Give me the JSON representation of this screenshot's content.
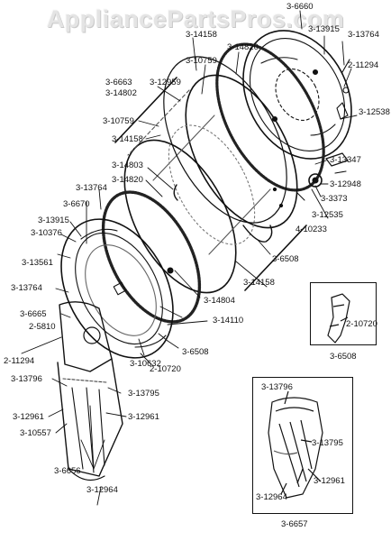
{
  "watermark": "AppliancePartsPros.com",
  "labels": [
    {
      "id": "p-3-6660",
      "text": "3-6660"
    },
    {
      "id": "p-3-13915-a",
      "text": "3-13915"
    },
    {
      "id": "p-3-14158-a",
      "text": "3-14158"
    },
    {
      "id": "p-3-13764-a",
      "text": "3-13764"
    },
    {
      "id": "p-3-14820-a",
      "text": "3-14820"
    },
    {
      "id": "p-3-10759-a",
      "text": "3-10759"
    },
    {
      "id": "p-2-11294-a",
      "text": "2-11294"
    },
    {
      "id": "p-3-6663",
      "text": "3-6663"
    },
    {
      "id": "p-3-12959",
      "text": "3-12959"
    },
    {
      "id": "p-3-14802",
      "text": "3-14802"
    },
    {
      "id": "p-3-12538",
      "text": "3-12538"
    },
    {
      "id": "p-3-10759-b",
      "text": "3-10759"
    },
    {
      "id": "p-3-14158-b",
      "text": "3-14158"
    },
    {
      "id": "p-3-13347",
      "text": "3-13347"
    },
    {
      "id": "p-3-14803",
      "text": "3-14803"
    },
    {
      "id": "p-3-12948",
      "text": "3-12948"
    },
    {
      "id": "p-3-3373",
      "text": "3-3373"
    },
    {
      "id": "p-3-14820-b",
      "text": "3-14820"
    },
    {
      "id": "p-3-13764-b",
      "text": "3-13764"
    },
    {
      "id": "p-3-12535",
      "text": "3-12535"
    },
    {
      "id": "p-3-6670",
      "text": "3-6670"
    },
    {
      "id": "p-4-10233",
      "text": "4-10233"
    },
    {
      "id": "p-3-13915-b",
      "text": "3-13915"
    },
    {
      "id": "p-3-10376",
      "text": "3-10376"
    },
    {
      "id": "p-3-6508-a",
      "text": "3-6508"
    },
    {
      "id": "p-3-13561",
      "text": "3-13561"
    },
    {
      "id": "p-3-14158-c",
      "text": "3-14158"
    },
    {
      "id": "p-3-13764-c",
      "text": "3-13764"
    },
    {
      "id": "p-3-14804",
      "text": "3-14804"
    },
    {
      "id": "p-3-6665",
      "text": "3-6665"
    },
    {
      "id": "p-3-14110",
      "text": "3-14110"
    },
    {
      "id": "p-2-10720-a",
      "text": "2-10720"
    },
    {
      "id": "p-2-5810",
      "text": "2-5810"
    },
    {
      "id": "p-3-6508-b",
      "text": "3-6508"
    },
    {
      "id": "p-3-6508-c",
      "text": "3-6508"
    },
    {
      "id": "p-2-11294-b",
      "text": "2-11294"
    },
    {
      "id": "p-3-10632",
      "text": "3-10632"
    },
    {
      "id": "p-2-10720-b",
      "text": "2-10720"
    },
    {
      "id": "p-3-13796-a",
      "text": "3-13796"
    },
    {
      "id": "p-3-13795-a",
      "text": "3-13795"
    },
    {
      "id": "p-3-13796-b",
      "text": "3-13796"
    },
    {
      "id": "p-3-12961-a",
      "text": "3-12961"
    },
    {
      "id": "p-3-12961-b",
      "text": "3-12961"
    },
    {
      "id": "p-3-13795-b",
      "text": "3-13795"
    },
    {
      "id": "p-3-10557",
      "text": "3-10557"
    },
    {
      "id": "p-3-6656",
      "text": "3-6656"
    },
    {
      "id": "p-3-12961-c",
      "text": "3-12961"
    },
    {
      "id": "p-3-12964-a",
      "text": "3-12964"
    },
    {
      "id": "p-3-12964-b",
      "text": "3-12964"
    },
    {
      "id": "p-3-6657",
      "text": "3-6657"
    }
  ]
}
